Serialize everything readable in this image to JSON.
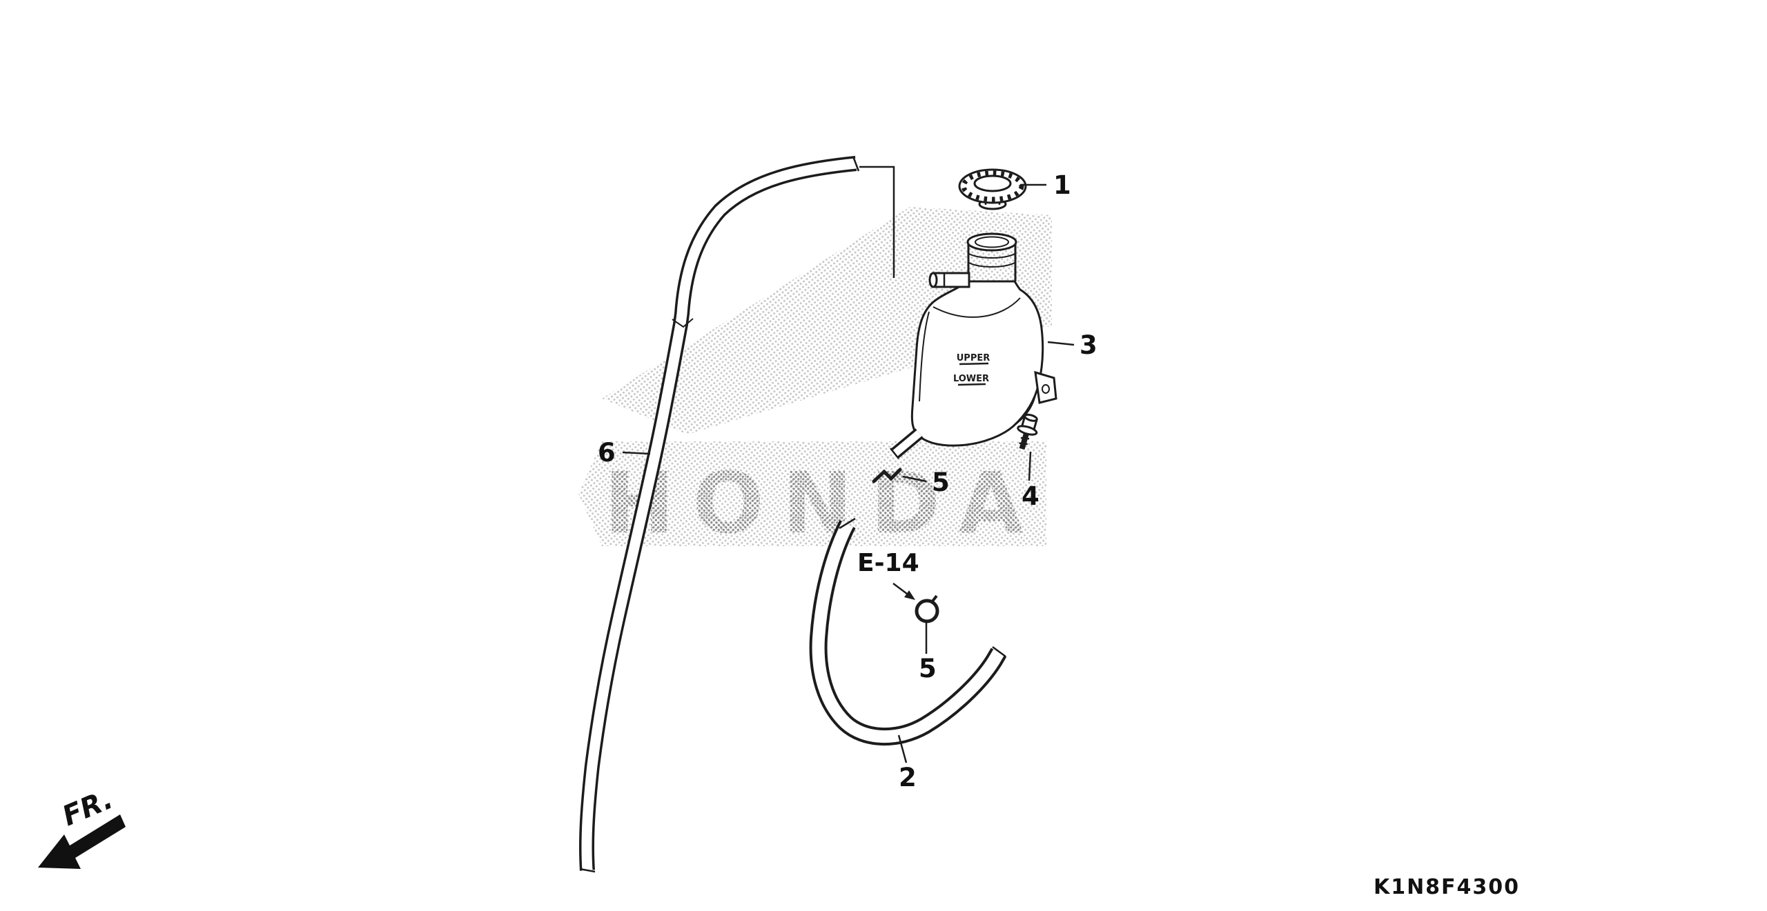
{
  "diagram": {
    "part_code": "K1N8F4300",
    "front_label": "FR.",
    "reference_label": "E-14",
    "watermark_text": "HONDA",
    "tank": {
      "upper_mark": "UPPER",
      "lower_mark": "LOWER"
    },
    "callouts": {
      "cap": "1",
      "lower_hose": "2",
      "tank": "3",
      "bolt": "4",
      "clamp_a": "5",
      "clamp_b": "5",
      "upper_hose": "6"
    },
    "colors": {
      "line": "#1c1c1c",
      "background": "#ffffff",
      "halftone_dot": "#c6c6c6",
      "watermark_dot": "#8d8d8d"
    }
  }
}
